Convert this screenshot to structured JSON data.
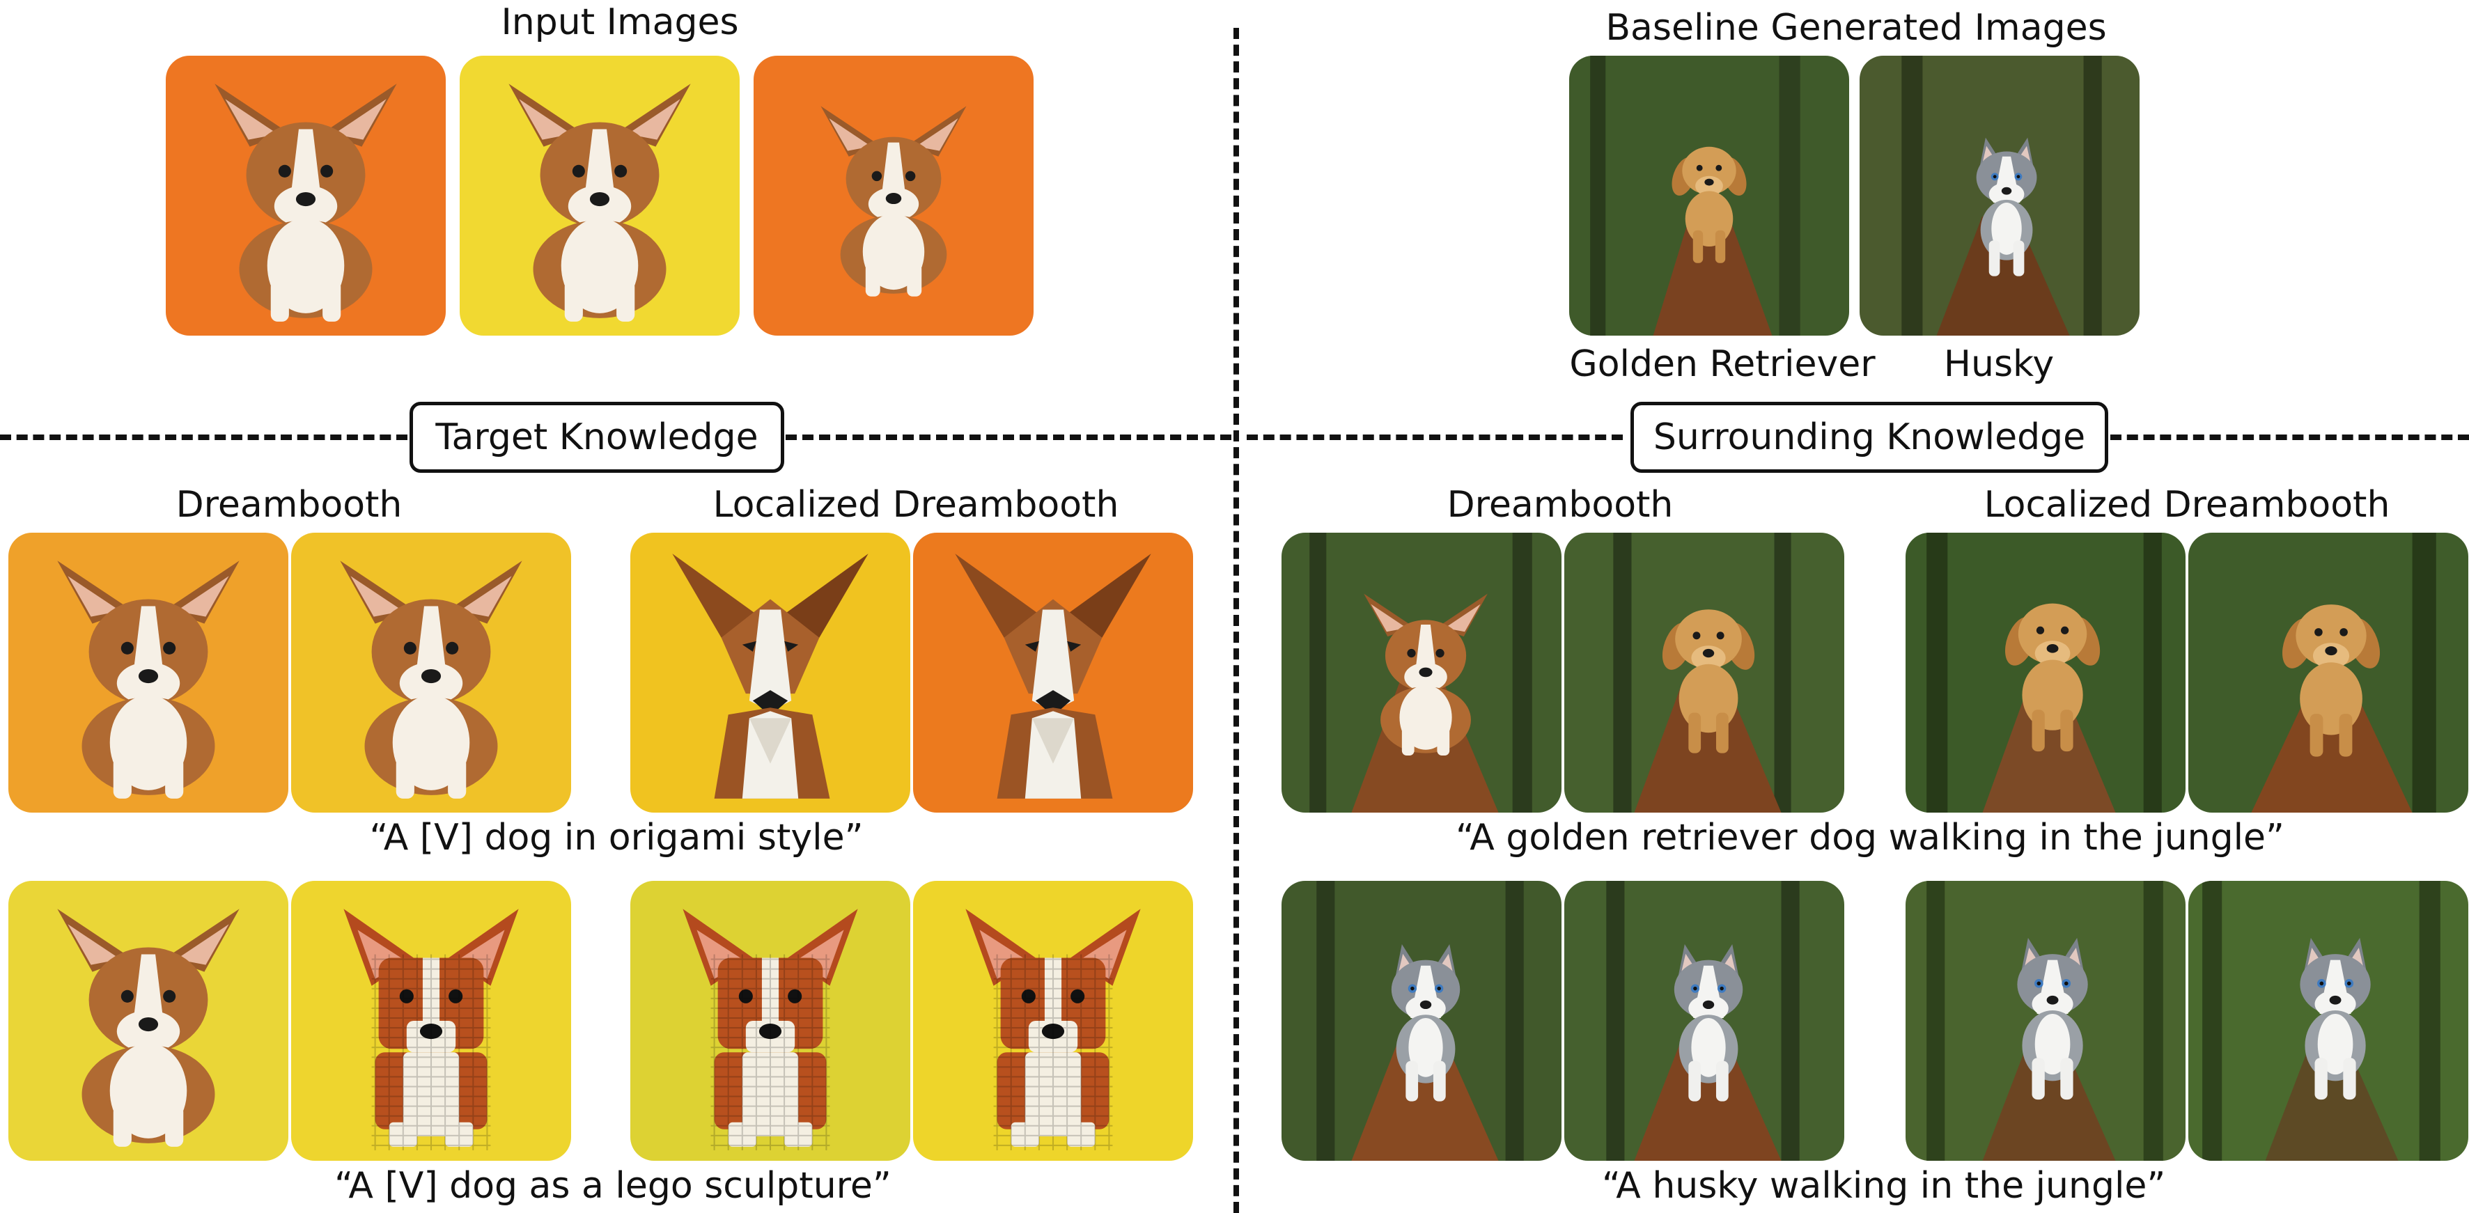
{
  "top_left": {
    "title": "Input Images"
  },
  "top_right": {
    "title": "Baseline Generated Images",
    "captions": [
      "Golden Retriever",
      "Husky"
    ]
  },
  "left_panel": {
    "box_label": "Target Knowledge",
    "method_labels": [
      "Dreambooth",
      "Localized Dreambooth"
    ],
    "prompts": [
      "“A [V] dog in origami style”",
      "“A [V] dog as a lego sculpture”"
    ]
  },
  "right_panel": {
    "box_label": "Surrounding Knowledge",
    "method_labels": [
      "Dreambooth",
      "Localized Dreambooth"
    ],
    "prompts": [
      "“A golden retriever dog walking in the jungle”",
      "“A husky walking in the jungle”"
    ]
  },
  "colors": {
    "orange_bg": "#ee7622",
    "yellow_bg": "#f1d931",
    "jungle_bg": "#3f5a2a",
    "path": "#7a4220",
    "corgi_brown": "#b06a32",
    "golden": "#d09a52",
    "husky_gray": "#9aa0a6"
  },
  "icons": {
    "corgi": "corgi-photo",
    "origami": "origami-corgi-render",
    "lego": "lego-corgi-render",
    "golden": "golden-retriever-photo",
    "husky": "husky-photo"
  }
}
